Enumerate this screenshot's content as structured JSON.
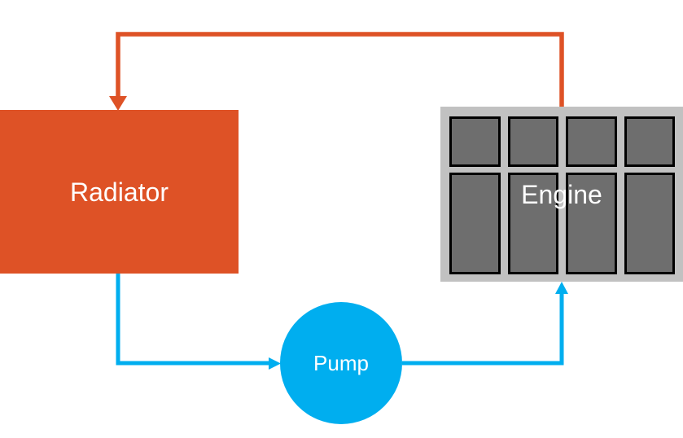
{
  "diagram": {
    "kind": "coolant-flow-loop",
    "nodes": {
      "radiator": {
        "label": "Radiator",
        "shape": "rectangle",
        "fill": "#DE5226",
        "text_color": "#FFFFFF"
      },
      "engine": {
        "label": "Engine",
        "shape": "block-with-cells",
        "fill": "#C1C1C1",
        "cell_fill": "#6E6E6E",
        "cell_border": "#000000",
        "cell_count": 8,
        "text_color": "#FFFFFF"
      },
      "pump": {
        "label": "Pump",
        "shape": "circle",
        "fill": "#00AEEF",
        "text_color": "#FFFFFF"
      }
    },
    "connections": {
      "engine_to_radiator": {
        "from": "engine",
        "to": "radiator",
        "color": "#DE5226",
        "style": "elbow-arrow"
      },
      "radiator_to_pump": {
        "from": "radiator",
        "to": "pump",
        "color": "#00AEEF",
        "style": "elbow-arrow"
      },
      "pump_to_engine": {
        "from": "pump",
        "to": "engine",
        "color": "#00AEEF",
        "style": "elbow-arrow"
      }
    },
    "colors": {
      "background": "#FFFFFF",
      "hot_flow": "#DE5226",
      "cool_flow": "#00AEEF"
    }
  }
}
